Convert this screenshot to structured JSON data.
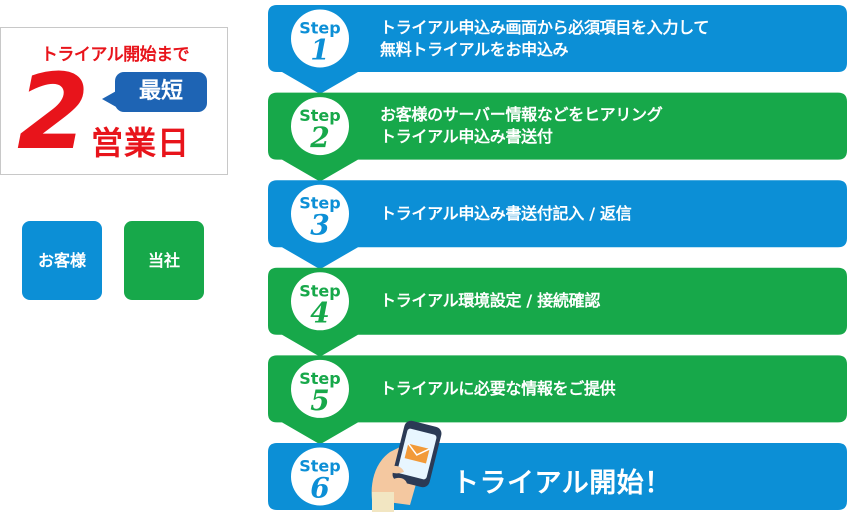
{
  "promo": {
    "title": "トライアル開始まで",
    "big_number": "2",
    "bubble_text": "最短",
    "days_text": "営業日",
    "color": "#e8141b",
    "bubble_color": "#1e64b4"
  },
  "legend": {
    "customer": {
      "label": "お客様",
      "color": "#0c8fd6"
    },
    "company": {
      "label": "当社",
      "color": "#17a84a"
    }
  },
  "steps": [
    {
      "step_word": "Step",
      "number": "1",
      "party": "customer",
      "lines": [
        "トライアル申込み画面から必須項目を入力して",
        "無料トライアルをお申込み"
      ]
    },
    {
      "step_word": "Step",
      "number": "2",
      "party": "company",
      "lines": [
        "お客様のサーバー情報などをヒアリング",
        "トライアル申込み書送付"
      ]
    },
    {
      "step_word": "Step",
      "number": "3",
      "party": "customer",
      "lines": [
        "トライアル申込み書送付記入 / 返信"
      ]
    },
    {
      "step_word": "Step",
      "number": "4",
      "party": "company",
      "lines": [
        "トライアル環境設定 / 接続確認"
      ]
    },
    {
      "step_word": "Step",
      "number": "5",
      "party": "company",
      "lines": [
        "トライアルに必要な情報をご提供"
      ]
    },
    {
      "step_word": "Step",
      "number": "6",
      "party": "customer",
      "lines": [
        "トライアル開始！"
      ],
      "icon": "smartphone-mail-icon"
    }
  ]
}
